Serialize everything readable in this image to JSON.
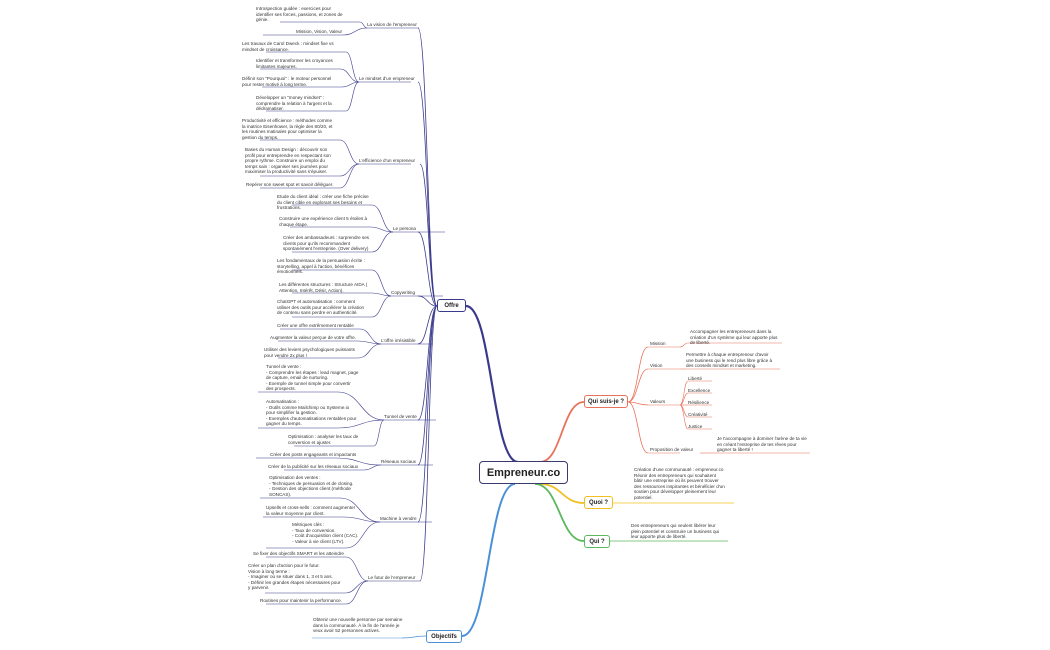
{
  "central": "Empreneur.co",
  "branches": {
    "offre": "Offre",
    "objectifs": "Objectifs",
    "qui_suis_je": "Qui suis-je ?",
    "quoi": "Quoi ?",
    "qui": "Qui ?"
  },
  "offre": {
    "vision": {
      "label": "La vision de l'empreneur",
      "items": [
        "Introspection guidée : exercices pour\nidentifier ses forces, passions, et zones de\ngénie.",
        "Mission, Vision, Valeur"
      ]
    },
    "mindset": {
      "label": "Le mindset d'un empreneur",
      "items": [
        "Les travaux de Carol Dweck : mindset fixe vs\nmindset de croissance.",
        "Identifier et transformer les croyances\nlimitantes majeures.",
        "Définir son \"Pourquoi\" : le moteur personnel\npour rester motivé à long terme.",
        "Développer un \"money mindset\" :\ncomprendre la relation à l'argent et la\ndédramatiser."
      ]
    },
    "efficience": {
      "label": "L'efficience d'un empreneur",
      "items": [
        "Productivité et efficience : méthodes comme\nla matrice Eisenhower, la règle des 80/20, et\nles routines matinales pour optimiser la\ngestion du temps.",
        "Bases du Human Design : découvrir son\nprofil pour entreprendre en respectant son\npropre rythme. Construire un emploi du\ntemps sain : organiser ses journées pour\nmaximiser la productivité sans s'épuiser.",
        "Repérer son sweet spot et savoir déléguer."
      ]
    },
    "persona": {
      "label": "Le persona",
      "items": [
        "Etude du client idéal : créer une fiche précise\ndu client cible en explorant ses besoins et\nfrustrations.",
        "Construire une expérience client 5 étoiles à\nchaque étape.",
        "Créer des ambassadeurs : surprendre ses\nclients pour qu'ils recommandent\nspontanément l'entreprise. (Over delivery)"
      ]
    },
    "copywriting": {
      "label": "Copywriting",
      "items": [
        "Les fondamentaux de la persuasion écrite :\nstorytelling, appel à l'action, bénéfices\némotionnels.",
        "Les différentes structures : Structure AIDA (\nAttention, Intérêt, Désir, Action).",
        "ChatGPT et automatisation : comment\nutiliser des outils pour accélérer la création\nde contenu sans perdre en authenticité."
      ]
    },
    "offre_irresistible": {
      "label": "L'offre irrésistible",
      "items": [
        "Créer une offre extrêmement rentable",
        "Augmenter la valeur perçue de votre offre.",
        "Utiliser des leviers psychologiques puissants\npour vendre 2x plus !"
      ]
    },
    "tunnel": {
      "label": "Tunnel de vente",
      "items": [
        "Tunnel de vente :\n- Comprendre les étapes : lead magnet, page\nde capture, email de nurturing.\n- Exemple de tunnel simple pour convertir\ndes prospects.",
        "Automatisation :\n- Outils comme Mailchimp ou Systeme.io\npour simplifier la gestion.\n- Exemples d'automatisations rentables pour\ngagner du temps.",
        "Optimisation : analyser les taux de\nconversion et ajuster."
      ]
    },
    "reseaux": {
      "label": "Réseaux sociaux",
      "items": [
        "Créer des posts engageants et impactants",
        "Créer de la publicité sur les réseaux sociaux"
      ]
    },
    "machine": {
      "label": "Machine à vendre",
      "items": [
        "Optimisation des ventes :\n- Techniques de persuasion et de closing.\n- Gestion des objections client (méthode\nSONCAS).",
        "Upsells et cross-sells : comment augmenter\nla valeur moyenne par client.",
        "Métriques clés :\n- Taux de conversion.\n- Coût d'acquisition client (CAC).\n- Valeur à vie client (LTV)."
      ]
    },
    "futur": {
      "label": "Le futur de l'empreneur",
      "items": [
        "Se fixer des objectifs SMART et les atteindre",
        "Créer un plan d'action pour le futur.\nVision à long terme :\n- Imaginer où se situer dans 1, 3 et 5 ans.\n- Définir les grandes étapes nécessaires pour\ny parvenir.",
        "Routines pour maintenir la performance."
      ]
    }
  },
  "objectifs": {
    "text": "Obtenir une nouvelle personne par semaine\ndans la communauté. À la fin de l'année je\nveux avoir 52 personnes actives."
  },
  "qui_suis_je": {
    "mission": {
      "label": "Mission",
      "text": "Accompagner les entrepreneurs dans la\ncréation d'un système qui leur apporte plus\nde liberté."
    },
    "vision": {
      "label": "Vision",
      "text": "Permettre à chaque entrepreneur d'avoir\nune business qui le rend plus libre grâce à\ndes conseils mindset et marketing."
    },
    "valeurs": {
      "label": "Valeurs",
      "items": [
        "Liberté",
        "Excellence",
        "Résilience",
        "Créativité",
        "Justice"
      ]
    },
    "proposition": {
      "label": "Proposition de valeur",
      "text": "Je t'accompagne à dominer l'arène de ta vie\nen créant l'entreprise de tes rêves pour\ngagner ta liberté !"
    }
  },
  "quoi": {
    "text": "Création d'une communauté : empreneur.co\nRéunir des entrepreneurs qui souhaitent\nbâtir une entreprise où ils peuvent trouver\ndes ressources inspirantes et bénéficier d'un\nsoutien pour développer pleinement leur\npotentiel."
  },
  "qui": {
    "text": "Des entrepreneurs qui veulent libérer leur\nplein potentiel et construire un business qui\nleur apporte plus de liberté."
  },
  "colors": {
    "offre": "#3a3a8c",
    "objectifs": "#4a90d9",
    "qui_suis_je": "#e8735a",
    "quoi": "#f0c020",
    "qui": "#5cb85c",
    "central_border": "#3a3a6e"
  }
}
